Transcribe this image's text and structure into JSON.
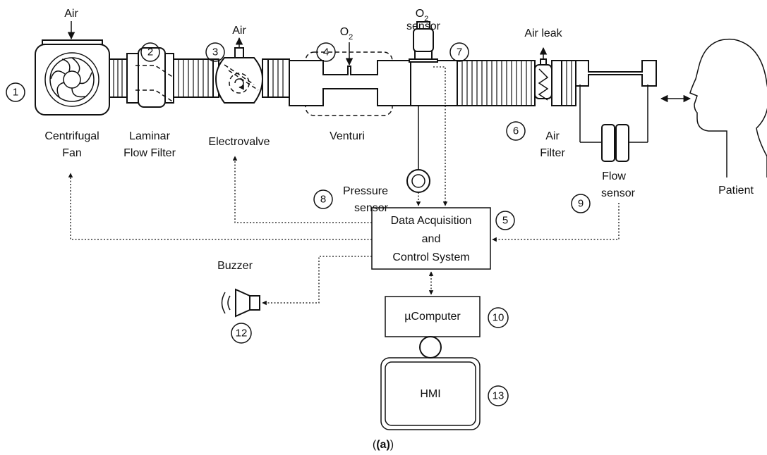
{
  "labels": {
    "air_in": "Air",
    "air_out": "Air",
    "o2_in": "O",
    "o2_in_sub": "2",
    "o2_sensor_o": "O",
    "o2_sensor_sub": "2",
    "o2_sensor_word": "sensor",
    "air_leak": "Air leak",
    "fan_1": "Centrifugal",
    "fan_2": "Fan",
    "filter_1": "Laminar",
    "filter_2": "Flow Filter",
    "electrovalve": "Electrovalve",
    "venturi": "Venturi",
    "air_filter_1": "Air",
    "air_filter_2": "Filter",
    "pressure_1": "Pressure",
    "pressure_2": "sensor",
    "flow_1": "Flow",
    "flow_2": "sensor",
    "patient": "Patient",
    "daq_1": "Data Acquisition",
    "daq_2": "and",
    "daq_3": "Control System",
    "buzzer": "Buzzer",
    "ucomputer": "µComputer",
    "hmi": "HMI",
    "caption": "(a)"
  },
  "numbers": {
    "n1": "1",
    "n2": "2",
    "n3": "3",
    "n4": "4",
    "n5": "5",
    "n6": "6",
    "n7": "7",
    "n8": "8",
    "n9": "9",
    "n10": "10",
    "n12": "12",
    "n13": "13"
  }
}
